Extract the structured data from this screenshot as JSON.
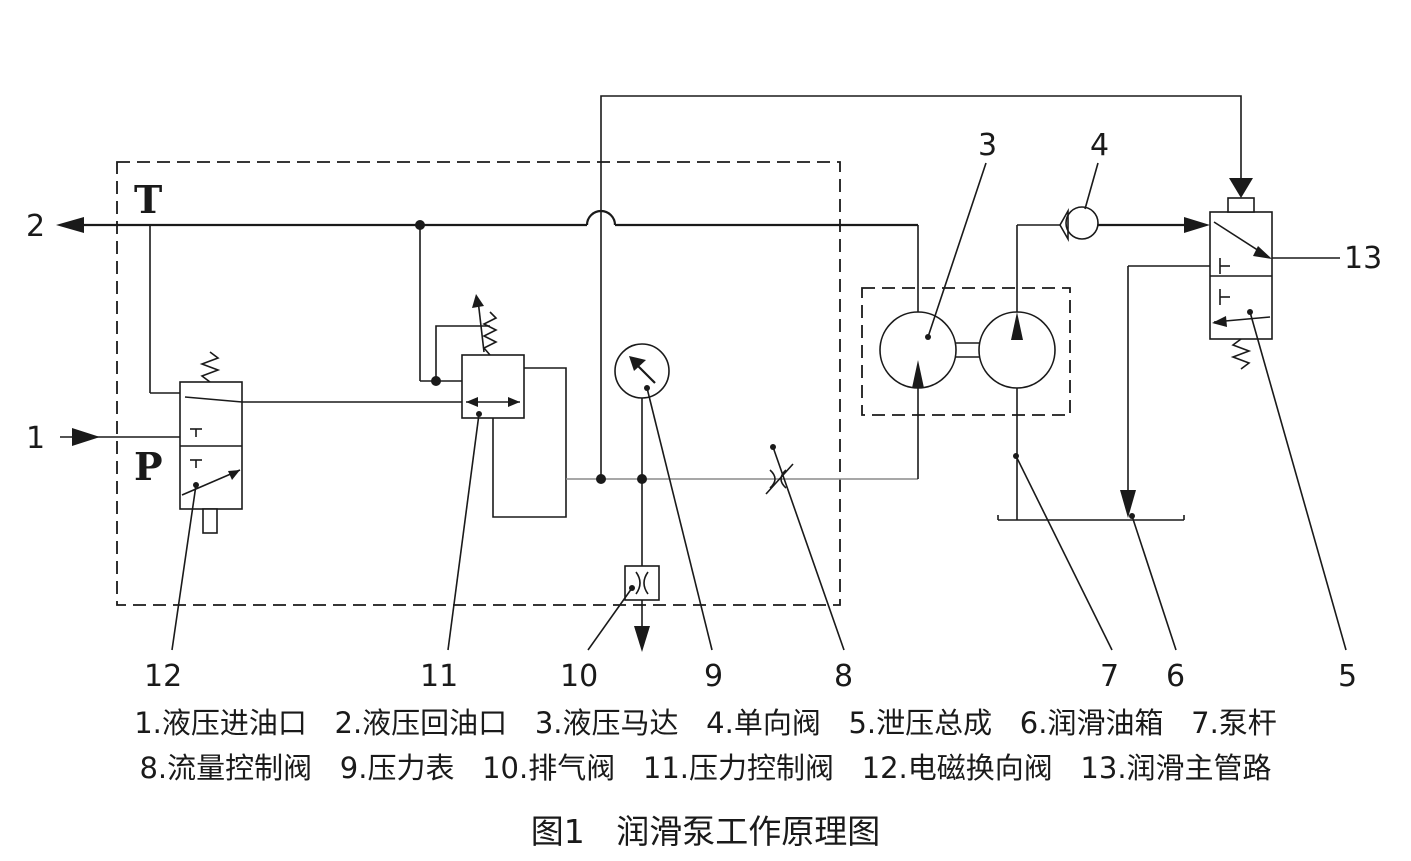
{
  "ports": {
    "tank": "T",
    "pressure": "P"
  },
  "callouts": {
    "c1": "1",
    "c2": "2",
    "c3": "3",
    "c4": "4",
    "c5": "5",
    "c6": "6",
    "c7": "7",
    "c8": "8",
    "c9": "9",
    "c10": "10",
    "c11": "11",
    "c12": "12",
    "c13": "13"
  },
  "legend": {
    "row1": "1.液压进油口   2.液压回油口   3.液压马达   4.单向阀   5.泄压总成   6.润滑油箱   7.泵杆",
    "row2": "8.流量控制阀   9.压力表   10.排气阀   11.压力控制阀   12.电磁换向阀   13.润滑主管路"
  },
  "caption": "图1   润滑泵工作原理图"
}
